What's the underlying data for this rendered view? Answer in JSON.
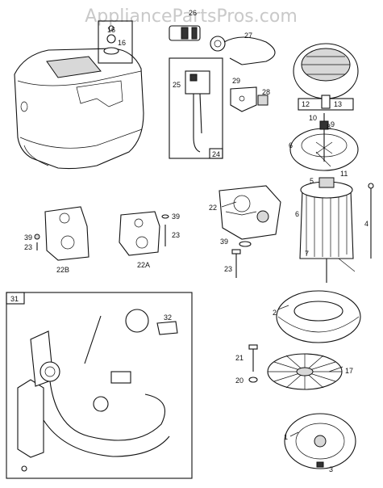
{
  "watermark": "AppliancePartsPros.com",
  "callouts": {
    "c1": "1",
    "c2": "2",
    "c3": "3",
    "c4": "4",
    "c5": "5",
    "c6a": "6",
    "c6b": "6",
    "c7": "7",
    "c8": "8",
    "c9": "9",
    "c10": "10",
    "c11": "11",
    "c12": "12",
    "c13": "13",
    "c16": "16",
    "c17": "17",
    "c20": "20",
    "c21": "21",
    "c22": "22",
    "c22a": "22A",
    "c22b": "22B",
    "c23a": "23",
    "c23b": "23",
    "c23c": "23",
    "c24": "24",
    "c25": "25",
    "c26": "26",
    "c27": "27",
    "c28": "28",
    "c29": "29",
    "c31": "31",
    "c32": "32",
    "c39a": "39",
    "c39b": "39",
    "c39c": "39"
  }
}
